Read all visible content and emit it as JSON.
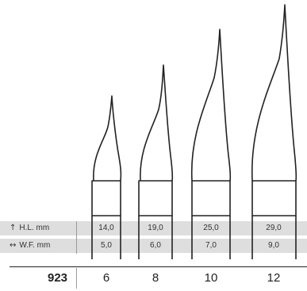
{
  "series_label": "923",
  "rows": {
    "hl": {
      "icon": "up-arrow-icon",
      "arrow": "↑",
      "label": "H.L. mm"
    },
    "wf": {
      "icon": "left-right-arrow-icon",
      "arrow": "↔",
      "label": "W.F. mm"
    }
  },
  "brushes": [
    {
      "size": "6",
      "hl": "14,0",
      "wf": "5,0"
    },
    {
      "size": "8",
      "hl": "19,0",
      "wf": "6,0"
    },
    {
      "size": "10",
      "hl": "25,0",
      "wf": "7,0"
    },
    {
      "size": "12",
      "hl": "29,0",
      "wf": "9,0"
    }
  ]
}
